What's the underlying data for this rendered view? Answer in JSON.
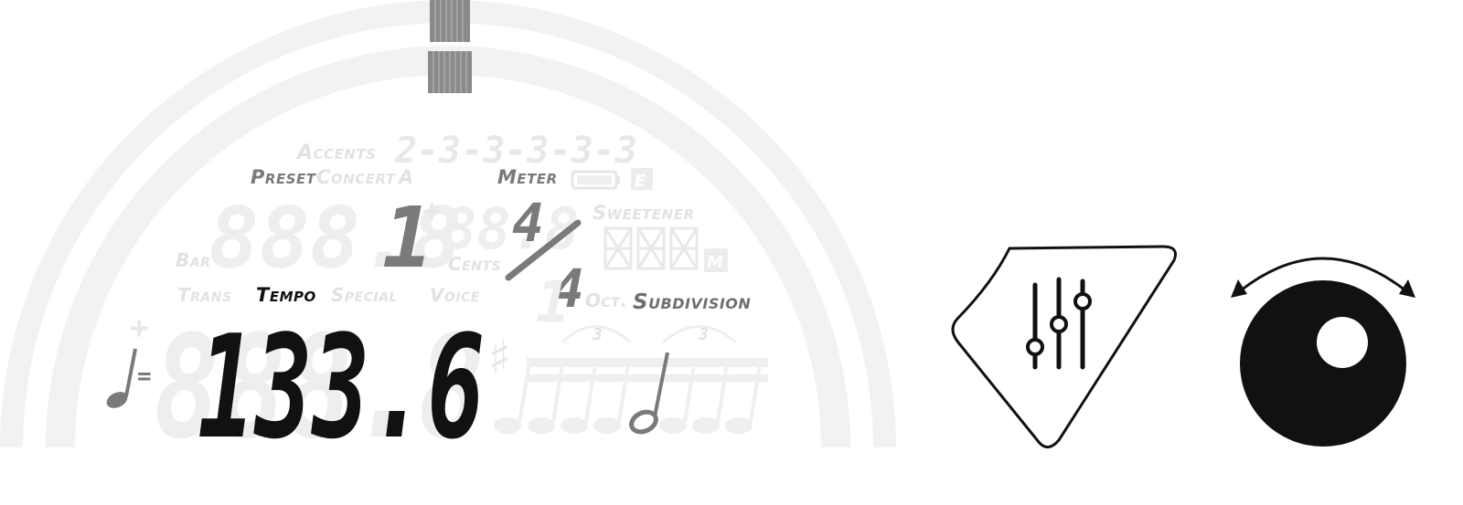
{
  "display": {
    "accents_label": "Accents",
    "accents_pattern": "2-3-3-3-3-3",
    "preset_label": "Preset",
    "concert_label": "Concert",
    "concert_a_label": "A",
    "preset_digits_ghost": "888.8",
    "preset_value": "1",
    "cents_digits_ghost": "88.8",
    "cents_label": "Cents",
    "bar_label": "Bar",
    "meter_label": "Meter",
    "meter_numerator": "4",
    "meter_denominator": "4",
    "battery_label": "E",
    "sweetener_label": "Sweetener",
    "mode_label": "M",
    "trans_label": "Trans",
    "tempo_label": "Tempo",
    "special_label": "Special",
    "voice_label": "Voice",
    "oct_label": "Oct.",
    "subdivision_label": "Subdivision",
    "tempo_value": "133.6",
    "tempo_ghost": "888.8",
    "equals_sign": "=",
    "plus_sign": "+",
    "sharp_sign": "♯",
    "triplet_number": "3"
  },
  "controls": {
    "settings_button_icon": "sliders-icon",
    "dial_icon": "rotary-knob-icon"
  },
  "colors": {
    "ghost": "#ededed",
    "ghost_text": "#e2e2e2",
    "active_gray": "#7a7a7a",
    "active_black": "#111111",
    "background": "#ffffff"
  }
}
